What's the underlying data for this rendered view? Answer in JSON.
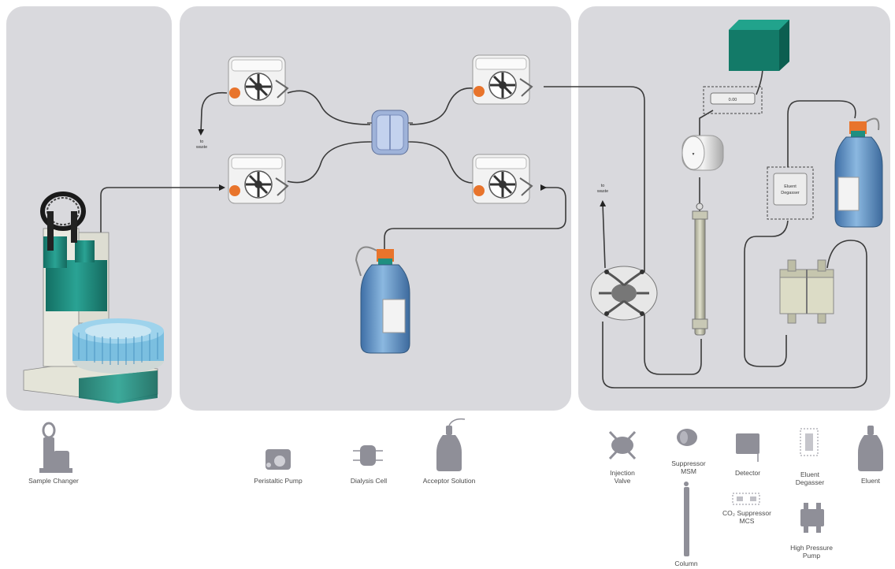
{
  "panels": {
    "left": {
      "color": "#d9d9dd"
    },
    "middle": {
      "color": "#d9d9dd"
    },
    "right": {
      "color": "#d9d9dd"
    }
  },
  "colors": {
    "teal": "#1f8f80",
    "pump_orange": "#e8742c",
    "bottle_blue": "#6a9ccd",
    "legend_gray": "#8f8f98",
    "pipe": "#3a3a3a"
  },
  "diagram": {
    "to_waste_1": [
      "to",
      "waste"
    ],
    "to_waste_2": [
      "to",
      "waste"
    ],
    "detector_display": "0.00",
    "eluent_degasser": [
      "Eluent",
      "Degasser"
    ]
  },
  "legend": [
    {
      "id": "sample-changer",
      "icon": "sample-changer-icon",
      "label": [
        "Sample Changer"
      ]
    },
    {
      "id": "peristaltic-pump",
      "icon": "peristaltic-pump-icon",
      "label": [
        "Peristaltic Pump"
      ]
    },
    {
      "id": "dialysis-cell",
      "icon": "dialysis-cell-icon",
      "label": [
        "Dialysis Cell"
      ]
    },
    {
      "id": "acceptor-solution",
      "icon": "bottle-icon",
      "label": [
        "Acceptor Solution"
      ]
    },
    {
      "id": "injection-valve",
      "icon": "injection-valve-icon",
      "label": [
        "Injection",
        "Valve"
      ]
    },
    {
      "id": "suppressor-msm",
      "icon": "suppressor-icon",
      "label": [
        "Suppressor",
        "MSM"
      ]
    },
    {
      "id": "detector",
      "icon": "detector-icon",
      "label": [
        "Detector"
      ]
    },
    {
      "id": "eluent-degasser",
      "icon": "degasser-icon",
      "label": [
        "Eluent",
        "Degasser"
      ]
    },
    {
      "id": "eluent",
      "icon": "bottle-icon",
      "label": [
        "Eluent"
      ]
    },
    {
      "id": "co2-suppressor",
      "icon": "co2-suppressor-icon",
      "label": [
        "CO₂ Suppressor",
        "MCS"
      ]
    },
    {
      "id": "high-pressure-pump",
      "icon": "high-pressure-pump-icon",
      "label": [
        "High Pressure",
        "Pump"
      ]
    },
    {
      "id": "column",
      "icon": "column-icon",
      "label": [
        "Column"
      ]
    }
  ]
}
